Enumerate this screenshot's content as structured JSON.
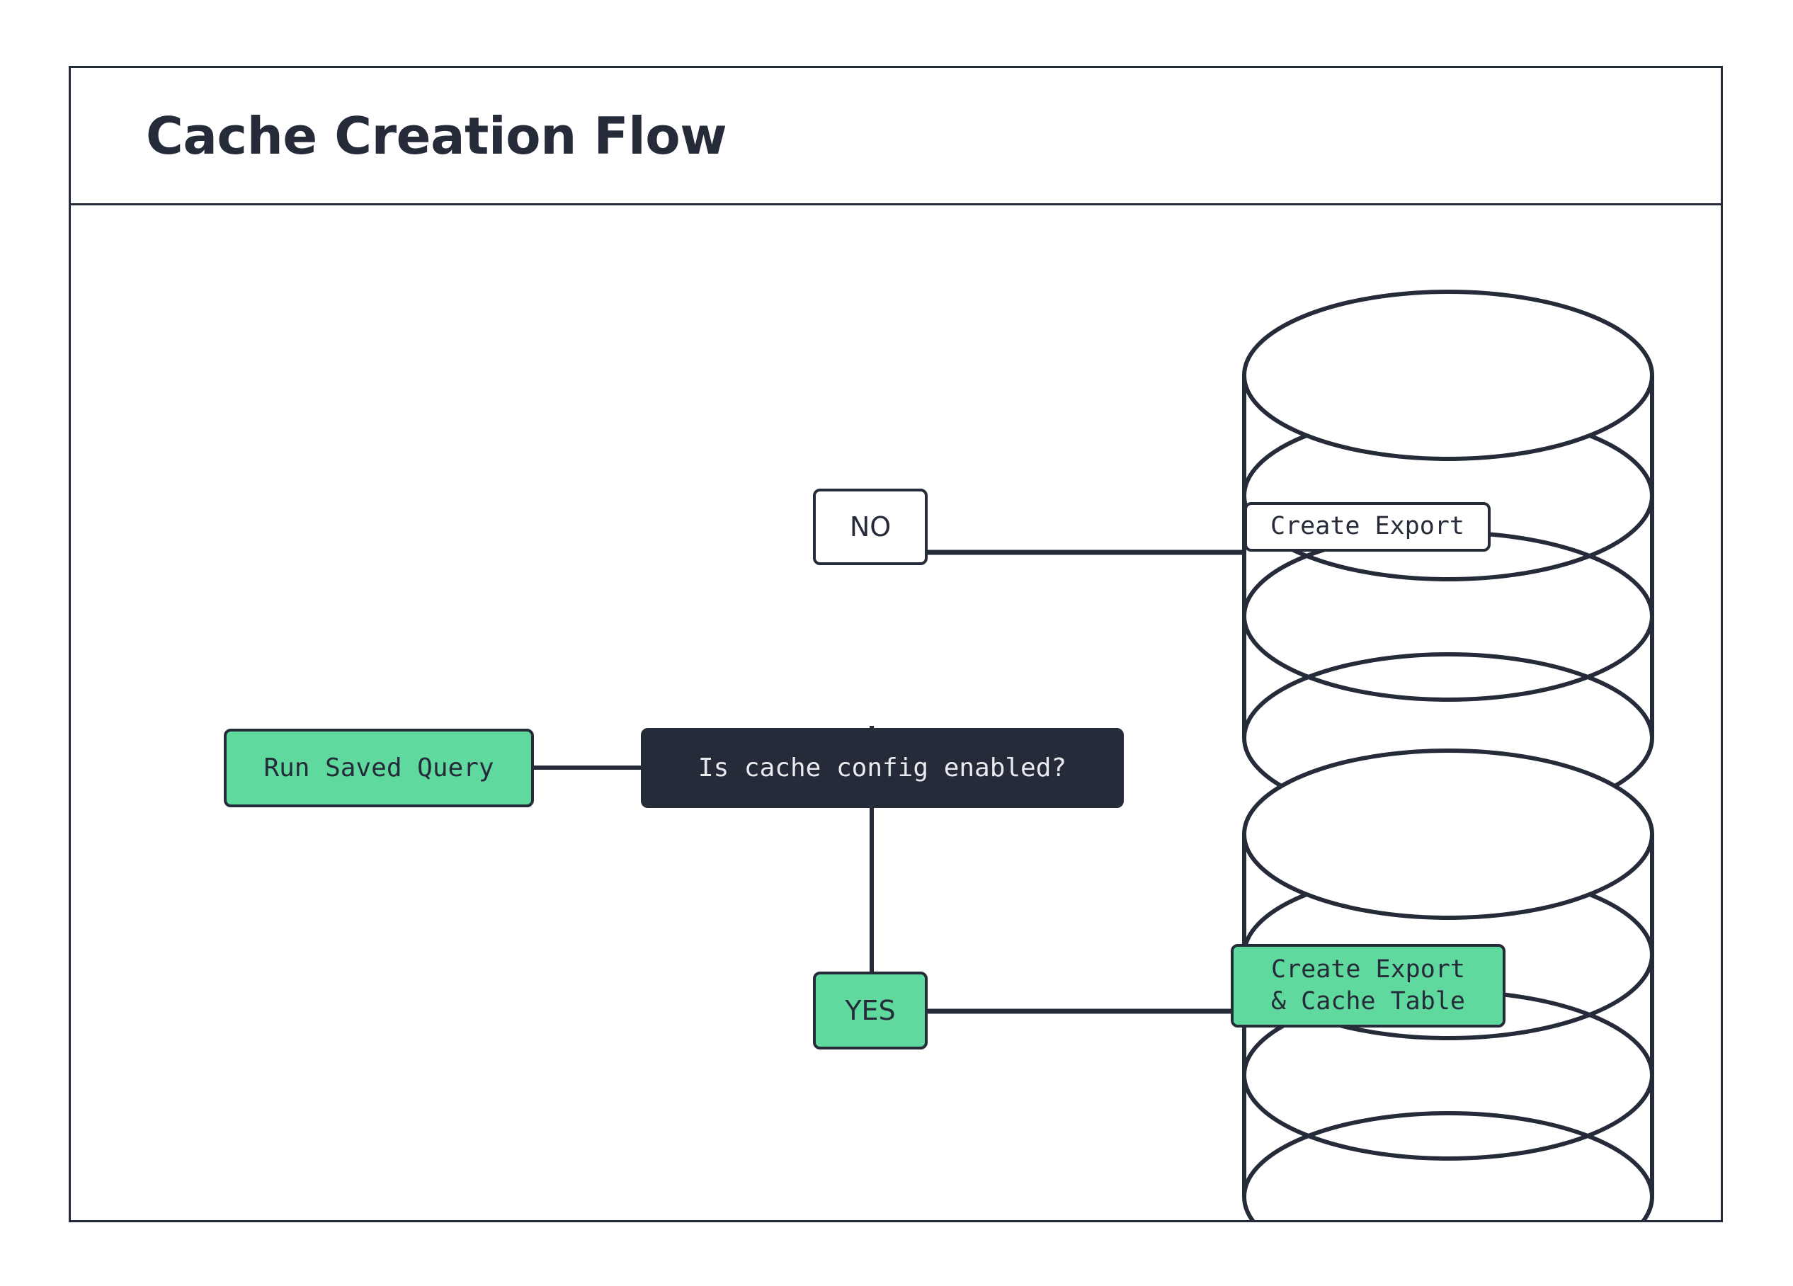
{
  "diagram": {
    "title": "Cache Creation Flow",
    "colors": {
      "ink": "#262B3A",
      "green": "#5FD99E",
      "white": "#FFFFFF",
      "dark_text": "#E8EAEE"
    },
    "nodes": {
      "run_saved_query": {
        "label": "Run Saved Query",
        "shape": "rounded-rect",
        "fill": "green"
      },
      "decision": {
        "label": "Is cache config enabled?",
        "shape": "rounded-rect",
        "fill": "dark"
      },
      "branch_no": {
        "label": "NO",
        "shape": "rounded-rect",
        "fill": "white"
      },
      "branch_yes": {
        "label": "YES",
        "shape": "rounded-rect",
        "fill": "green"
      },
      "db_export": {
        "label": "Create Export",
        "shape": "cylinder",
        "fill": "white"
      },
      "db_export_cache": {
        "label": "Create Export\n& Cache Table",
        "shape": "cylinder",
        "fill": "green"
      }
    },
    "edges": [
      {
        "from": "run_saved_query",
        "to": "decision"
      },
      {
        "from": "decision",
        "to": "branch_no"
      },
      {
        "from": "branch_no",
        "to": "db_export"
      },
      {
        "from": "decision",
        "to": "branch_yes"
      },
      {
        "from": "branch_yes",
        "to": "db_export_cache"
      }
    ]
  }
}
